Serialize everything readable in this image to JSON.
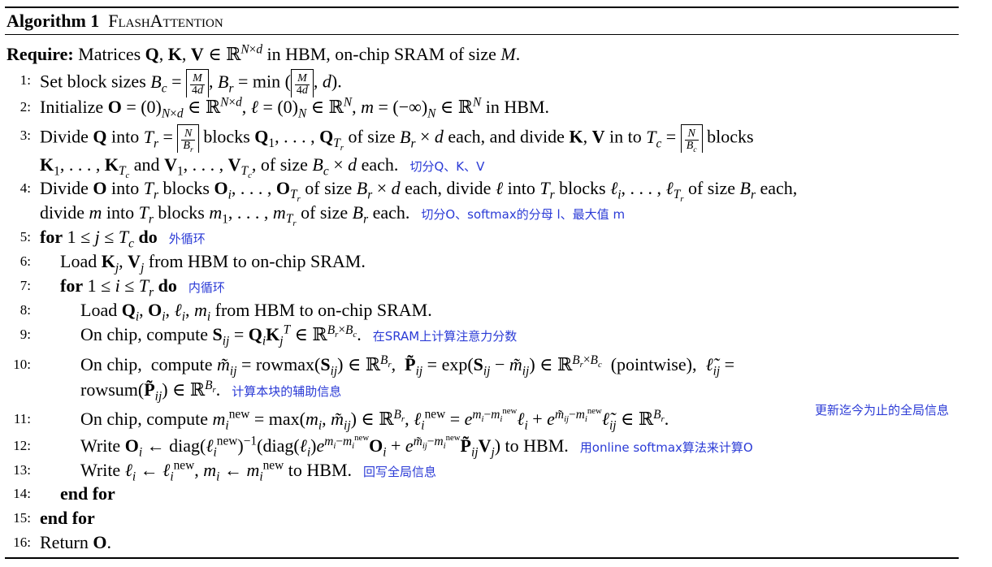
{
  "algorithm": {
    "label": "Algorithm 1",
    "name": "FlashAttention"
  },
  "require": {
    "keyword": "Require:",
    "text": "Matrices Q, K, V ∈ ℝ^{N×d} in HBM, on-chip SRAM of size M."
  },
  "lines": [
    {
      "num": "1:",
      "note": ""
    },
    {
      "num": "2:",
      "note": ""
    },
    {
      "num": "3:",
      "note": "切分Q、K、V"
    },
    {
      "num": "4:",
      "note": "切分O、softmax的分母 l、最大值 m"
    },
    {
      "num": "5:",
      "note": "外循环"
    },
    {
      "num": "6:",
      "note": ""
    },
    {
      "num": "7:",
      "note": "内循环"
    },
    {
      "num": "8:",
      "note": ""
    },
    {
      "num": "9:",
      "note": "在SRAM上计算注意力分数"
    },
    {
      "num": "10:",
      "note": "计算本块的辅助信息"
    },
    {
      "num": "11:",
      "note": "更新迄今为止的全局信息"
    },
    {
      "num": "12:",
      "note": "用online softmax算法来计算O"
    },
    {
      "num": "13:",
      "note": "回写全局信息"
    },
    {
      "num": "14:",
      "note": ""
    },
    {
      "num": "15:",
      "note": ""
    },
    {
      "num": "16:",
      "note": ""
    }
  ]
}
